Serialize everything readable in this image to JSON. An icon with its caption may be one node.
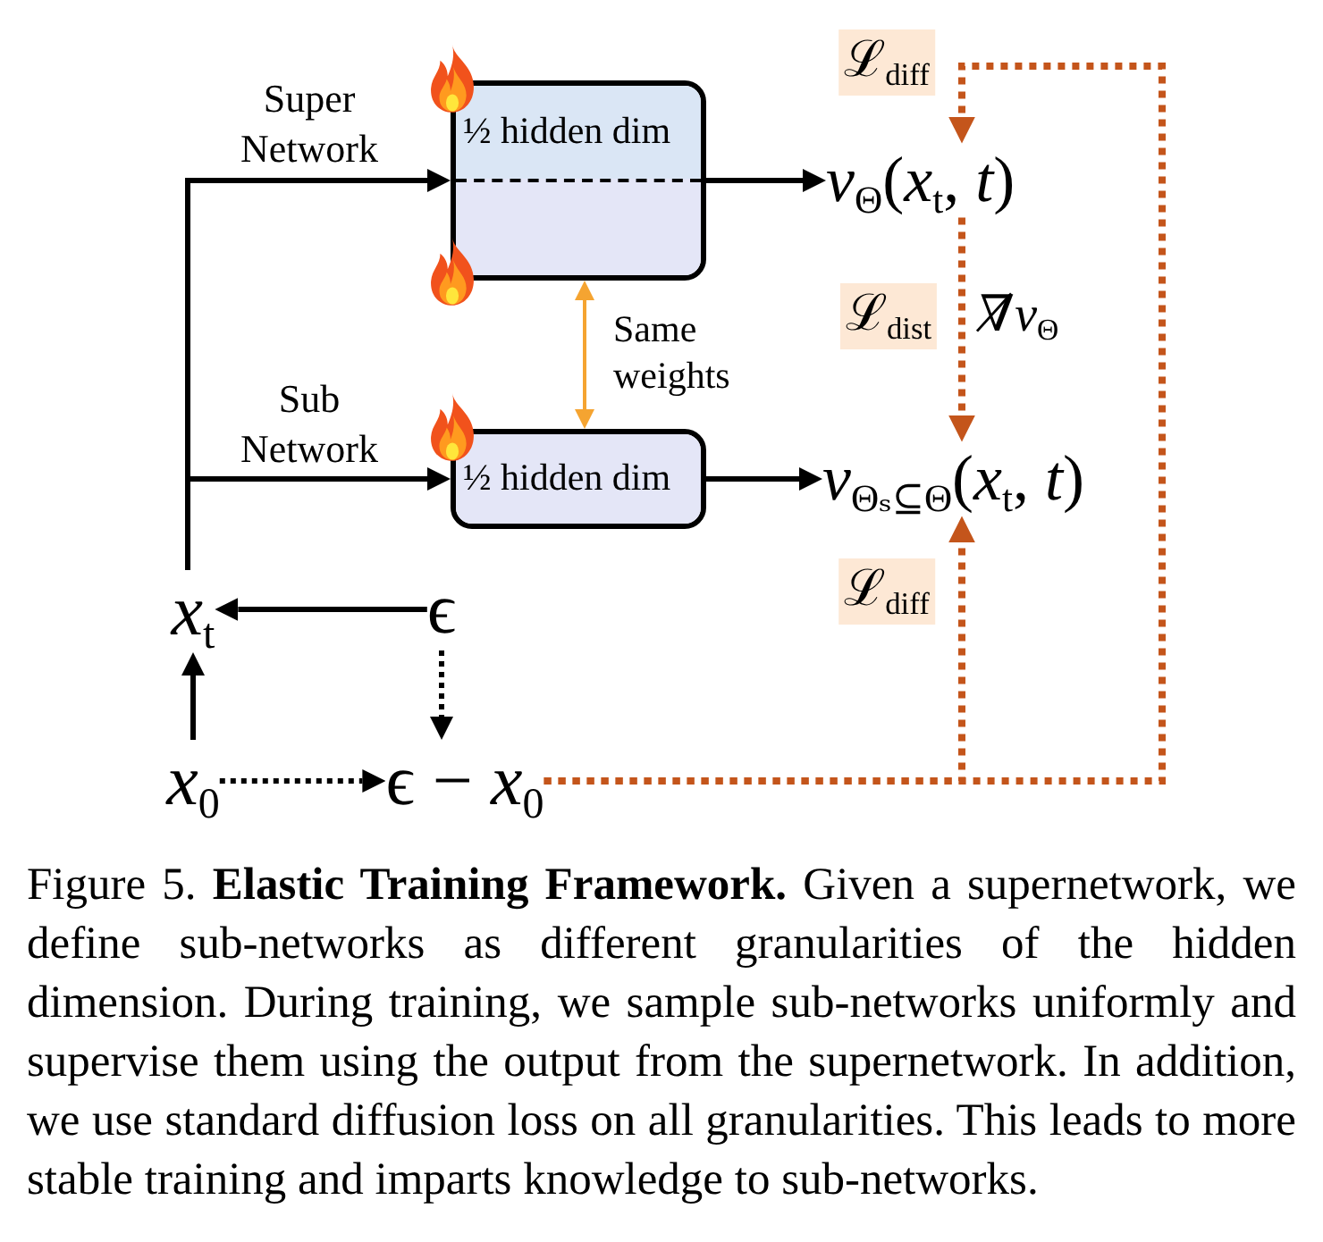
{
  "diagram": {
    "nodes": [
      {
        "text": [
          "½ hidden dim"
        ]
      },
      {
        "text": [
          "½ hidden dim"
        ]
      },
      {
        "text": [
          "*v*$_{Θ}$(*x*$_{t}$, *t*)"
        ]
      },
      {
        "text": [
          "*v*$_{Θₛ⊆Θ}$(*x*$_{t}$, *t*)"
        ]
      },
      {
        "text": [
          "*x*$_{t}$"
        ]
      },
      {
        "text": [
          "ϵ"
        ]
      },
      {
        "text": [
          "*x*$_{0}$"
        ]
      },
      {
        "text": [
          "ϵ − *x*$_{0}$"
        ]
      }
    ],
    "edges": [
      {
        "from": 4,
        "to": 0,
        "arrow": "to",
        "label": "Super Network"
      },
      {
        "from": 4,
        "to": 1,
        "arrow": "to",
        "label": "Sub Network"
      },
      {
        "from": 0,
        "to": 1,
        "arrow": "both",
        "label": "Same weights",
        "color": "#f5a431"
      },
      {
        "from": 0,
        "to": 2,
        "arrow": "to"
      },
      {
        "from": 1,
        "to": 3,
        "arrow": "to"
      },
      {
        "from": 5,
        "to": 4,
        "arrow": "to"
      },
      {
        "from": 5,
        "to": 7,
        "arrow": "to",
        "style": "dashed"
      },
      {
        "from": 6,
        "to": 4,
        "arrow": "to"
      },
      {
        "from": 6,
        "to": 7,
        "arrow": "to",
        "style": "dashed"
      },
      {
        "from": 7,
        "to": 2,
        "arrow": "to",
        "style": "dashed",
        "color": "#c4551b",
        "label": "ℒ$_{diff}$"
      },
      {
        "from": 7,
        "to": 3,
        "arrow": "to",
        "style": "dashed",
        "color": "#c4551b",
        "label": "ℒ$_{diff}$"
      },
      {
        "from": 2,
        "to": 3,
        "arrow": "to",
        "style": "dashed",
        "color": "#c4551b",
        "label": "ℒ$_{dist}$"
      }
    ],
    "labels": [
      "∇̸*v*$_{Θ}$"
    ],
    "caption": "Figure 5. **Elastic Training Framework.** Given a supernetwork, we define sub-networks as different granularities of the hidden dimension. During training, we sample sub-networks uniformly and supervise them using the output from the supernetwork. In addition, we use standard diffusion loss on all granularities. This leads to more stable training and imparts knowledge to sub-networks."
  }
}
